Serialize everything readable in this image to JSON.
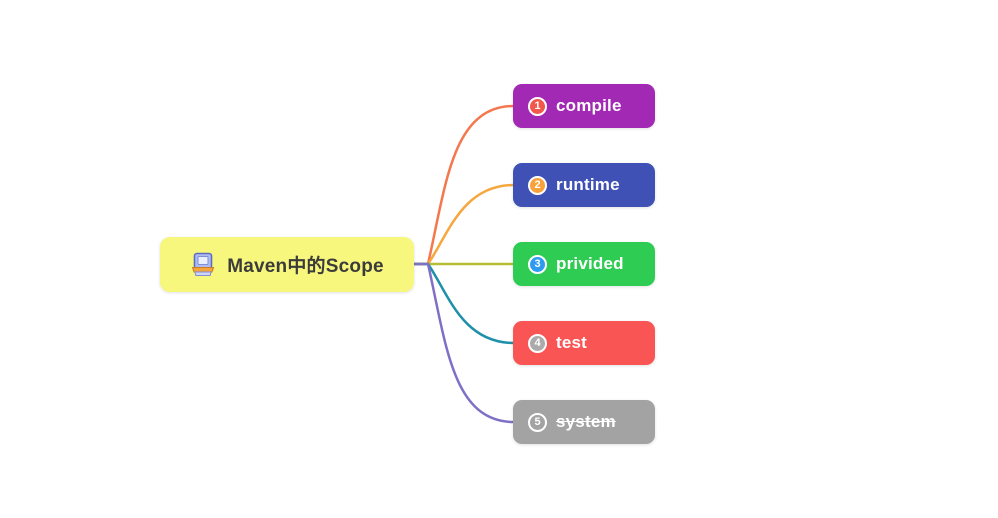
{
  "canvas": {
    "background_color": "#ffffff"
  },
  "root": {
    "label": "Maven中的Scope",
    "icon": "computer-icon",
    "bg_color": "#f7f77d",
    "text_color": "#3b3b3b"
  },
  "children": [
    {
      "id": "compile",
      "label": "compile",
      "badge": "1",
      "node_color": "#a229b4",
      "badge_color": "#f3564a",
      "connector_color": "#f4774e",
      "strikethrough": false
    },
    {
      "id": "runtime",
      "label": "runtime",
      "badge": "2",
      "node_color": "#3f51b5",
      "badge_color": "#f9a13b",
      "connector_color": "#f6a73e",
      "strikethrough": false
    },
    {
      "id": "privided",
      "label": "privided",
      "badge": "3",
      "node_color": "#2ecc52",
      "badge_color": "#2d9bf0",
      "connector_color": "#b4bd33",
      "strikethrough": false
    },
    {
      "id": "test",
      "label": "test",
      "badge": "4",
      "node_color": "#fa5555",
      "badge_color": "#ababab",
      "connector_color": "#1e90aa",
      "strikethrough": false
    },
    {
      "id": "system",
      "label": "system",
      "badge": "5",
      "node_color": "#a3a3a3",
      "badge_color": "transparent",
      "connector_color": "#7e70c6",
      "strikethrough": true
    }
  ]
}
